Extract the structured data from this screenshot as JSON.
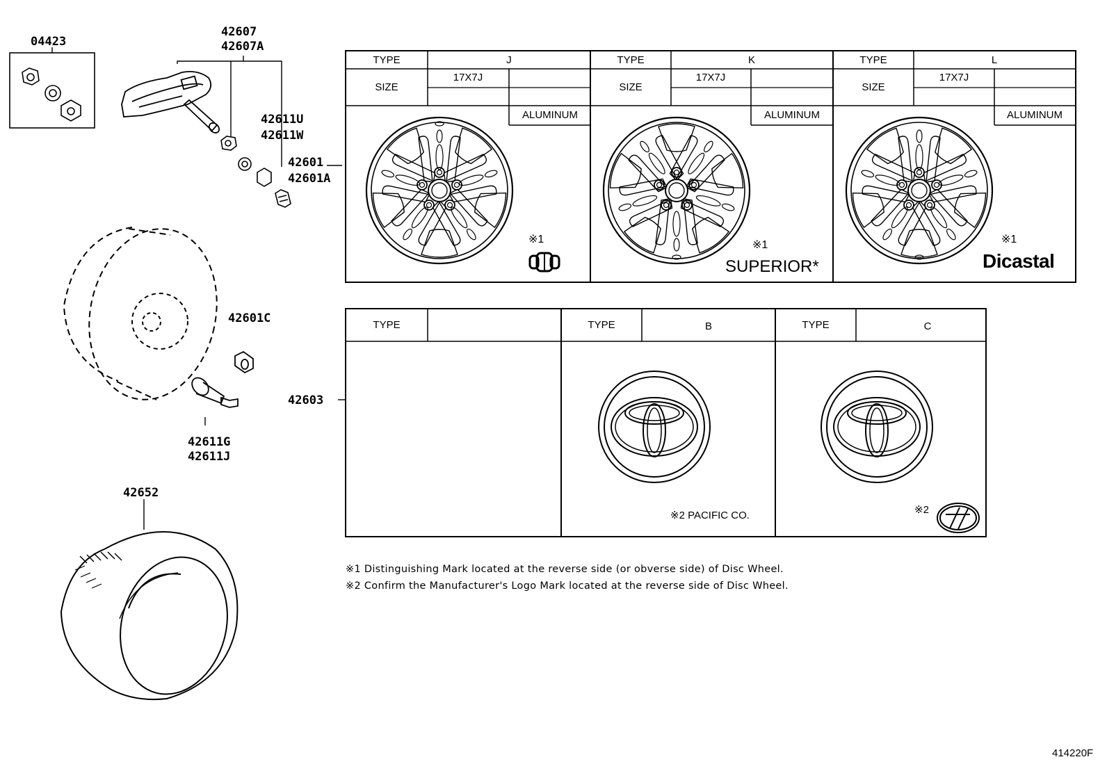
{
  "part_numbers": {
    "p04423": "04423",
    "p42607": "42607",
    "p42607a": "42607A",
    "p42611u": "42611U",
    "p42611w": "42611W",
    "p42601": "42601",
    "p42601a": "42601A",
    "p42601c": "42601C",
    "p42611g": "42611G",
    "p42611j": "42611J",
    "p42652": "42652",
    "p42603": "42603"
  },
  "wheel_table": {
    "type_label": "TYPE",
    "size_label": "SIZE",
    "columns": [
      {
        "type": "J",
        "size": "17X7J",
        "material": "ALUMINUM",
        "note_mark": "※1",
        "maker": ""
      },
      {
        "type": "K",
        "size": "17X7J",
        "material": "ALUMINUM",
        "note_mark": "※1",
        "maker": "SUPERIOR*"
      },
      {
        "type": "L",
        "size": "17X7J",
        "material": "ALUMINUM",
        "note_mark": "※1",
        "maker": "Dicastal"
      }
    ]
  },
  "cap_table": {
    "type_label": "TYPE",
    "columns": [
      {
        "type": "",
        "note": ""
      },
      {
        "type": "B",
        "note": "※2 PACIFIC CO."
      },
      {
        "type": "C",
        "note": "※2"
      }
    ]
  },
  "notes": [
    "※1 Distinguishing Mark located at the reverse side (or obverse side) of Disc Wheel.",
    "※2 Confirm the Manufacturer's Logo Mark located at the reverse side of Disc Wheel."
  ],
  "diagram_id": "414220F"
}
